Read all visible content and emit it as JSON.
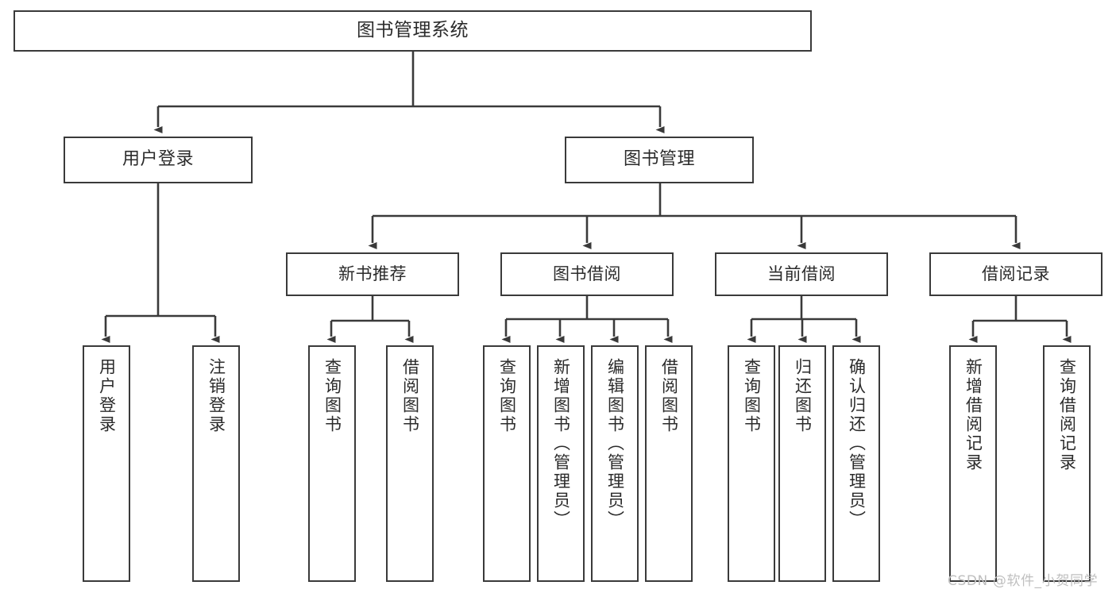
{
  "diagram": {
    "type": "tree",
    "title": "图书管理系统",
    "colors": {
      "box_border": "#3a3a3a",
      "box_fill": "#ffffff",
      "edge": "#3a3a3a",
      "text": "#2b2b2b",
      "watermark": "#bfbfbf",
      "background": "#ffffff"
    },
    "nodes": {
      "root": {
        "label": "图书管理系统"
      },
      "level2": [
        {
          "id": "user-login",
          "label": "用户登录"
        },
        {
          "id": "book-manage",
          "label": "图书管理"
        }
      ],
      "level3": [
        {
          "id": "new-book-recommend",
          "label": "新书推荐"
        },
        {
          "id": "book-borrow",
          "label": "图书借阅"
        },
        {
          "id": "current-borrow",
          "label": "当前借阅"
        },
        {
          "id": "borrow-record",
          "label": "借阅记录"
        }
      ],
      "leaves": [
        {
          "id": "leaf-user-login",
          "parent": "user-login",
          "label": "用户登录"
        },
        {
          "id": "leaf-user-logout",
          "parent": "user-login",
          "label": "注销登录"
        },
        {
          "id": "leaf-query-book-1",
          "parent": "new-book-recommend",
          "label": "查询图书"
        },
        {
          "id": "leaf-borrow-book-1",
          "parent": "new-book-recommend",
          "label": "借阅图书"
        },
        {
          "id": "leaf-query-book-2",
          "parent": "book-borrow",
          "label": "查询图书"
        },
        {
          "id": "leaf-add-book",
          "parent": "book-borrow",
          "label": "新增图书（管理员）"
        },
        {
          "id": "leaf-edit-book",
          "parent": "book-borrow",
          "label": "编辑图书（管理员）"
        },
        {
          "id": "leaf-borrow-book-2",
          "parent": "book-borrow",
          "label": "借阅图书"
        },
        {
          "id": "leaf-query-book-3",
          "parent": "current-borrow",
          "label": "查询图书"
        },
        {
          "id": "leaf-return-book",
          "parent": "current-borrow",
          "label": "归还图书"
        },
        {
          "id": "leaf-confirm-return",
          "parent": "current-borrow",
          "label": "确认归还（管理员）"
        },
        {
          "id": "leaf-add-borrow-record",
          "parent": "borrow-record",
          "label": "新增借阅记录"
        },
        {
          "id": "leaf-query-borrow-record",
          "parent": "borrow-record",
          "label": "查询借阅记录"
        }
      ]
    },
    "watermark": "CSDN @软件_小贺同学"
  }
}
